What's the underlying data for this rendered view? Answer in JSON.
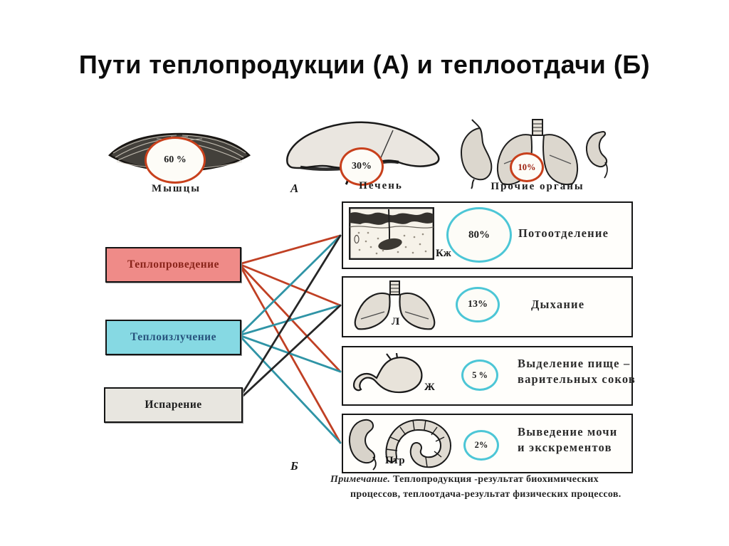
{
  "title": "Пути теплопродукции (А) и теплоотдачи (Б)",
  "sections": {
    "a_label": "А",
    "b_label": "Б"
  },
  "heat_production": [
    {
      "organ": "Мышцы",
      "share": "60 %"
    },
    {
      "organ": "Печень",
      "share": "30%"
    },
    {
      "organ": "Прочие органы",
      "share": "10%"
    }
  ],
  "mechanisms": [
    {
      "label": "Теплопроведение",
      "fill": "#ef8b88",
      "text_color": "#8a241a",
      "line_color": "#c04024"
    },
    {
      "label": "Теплоизлучение",
      "fill": "#86d9e3",
      "text_color": "#27537d",
      "line_color": "#2f94a6"
    },
    {
      "label": "Испарение",
      "fill": "#e8e6e0",
      "text_color": "#1c1c1c",
      "line_color": "#262626"
    }
  ],
  "pathways": [
    {
      "abbr": "Кж",
      "share": "80%",
      "label1": "Потоотделение",
      "label2": ""
    },
    {
      "abbr": "Л",
      "share": "13%",
      "label1": "Дыхание",
      "label2": ""
    },
    {
      "abbr": "Ж",
      "share": "5 %",
      "label1": "Выделение пище –",
      "label2": "варительных соков"
    },
    {
      "abbr": "Птр",
      "share": "2%",
      "label1": "Выведение мочи",
      "label2": "и экскрементов"
    }
  ],
  "connections": [
    {
      "from": 0,
      "to": 0
    },
    {
      "from": 0,
      "to": 1
    },
    {
      "from": 0,
      "to": 2
    },
    {
      "from": 0,
      "to": 3
    },
    {
      "from": 1,
      "to": 0
    },
    {
      "from": 1,
      "to": 1
    },
    {
      "from": 1,
      "to": 2
    },
    {
      "from": 1,
      "to": 3
    },
    {
      "from": 2,
      "to": 0
    },
    {
      "from": 2,
      "to": 1
    }
  ],
  "note": {
    "prefix": "Примечание.",
    "line1": "Теплопродукция -результат биохимических",
    "line2": "процессов, теплоотдача-результат физических процессов."
  },
  "ring_colors": {
    "production": "#c8401c",
    "loss": "#4cc6d6"
  }
}
